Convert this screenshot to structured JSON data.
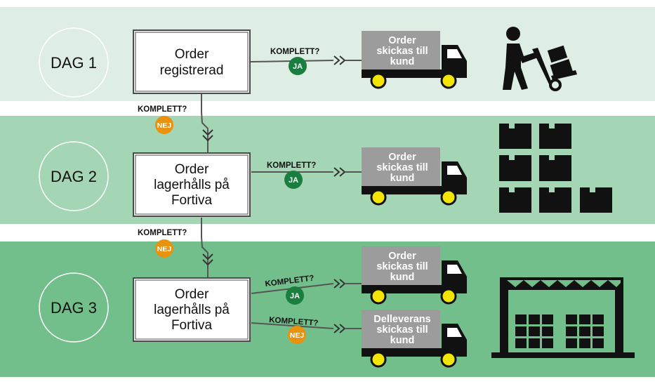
{
  "colors": {
    "band1": "#dfeee4",
    "band2": "#a4d5b4",
    "band3": "#72bf8c",
    "box_border": "#4b4b4b",
    "line": "#555555",
    "ja_green": "#1a7f3e",
    "nej_orange": "#e8920e",
    "truck_cargo": "#9c9c9c",
    "truck_body": "#111111",
    "wheel": "#f2e600",
    "icon": "#111111"
  },
  "days": [
    {
      "label": "DAG 1",
      "box": [
        "Order",
        "registrerad"
      ]
    },
    {
      "label": "DAG 2",
      "box": [
        "Order",
        "lagerhålls på",
        "Fortiva"
      ]
    },
    {
      "label": "DAG 3",
      "box": [
        "Order",
        "lagerhålls på",
        "Fortiva"
      ]
    }
  ],
  "decisions": {
    "question": "KOMPLETT?",
    "yes": "JA",
    "no": "NEJ"
  },
  "trucks": [
    {
      "lines": [
        "Order",
        "skickas till",
        "kund"
      ]
    },
    {
      "lines": [
        "Order",
        "skickas till",
        "kund"
      ]
    },
    {
      "lines": [
        "Order",
        "skickas till",
        "kund"
      ]
    },
    {
      "lines": [
        "Delleverans",
        "skickas till",
        "kund"
      ]
    }
  ],
  "icons": {
    "row1": "person-hand-truck-icon",
    "row2": "boxes-stack-icon",
    "row3": "warehouse-icon"
  }
}
